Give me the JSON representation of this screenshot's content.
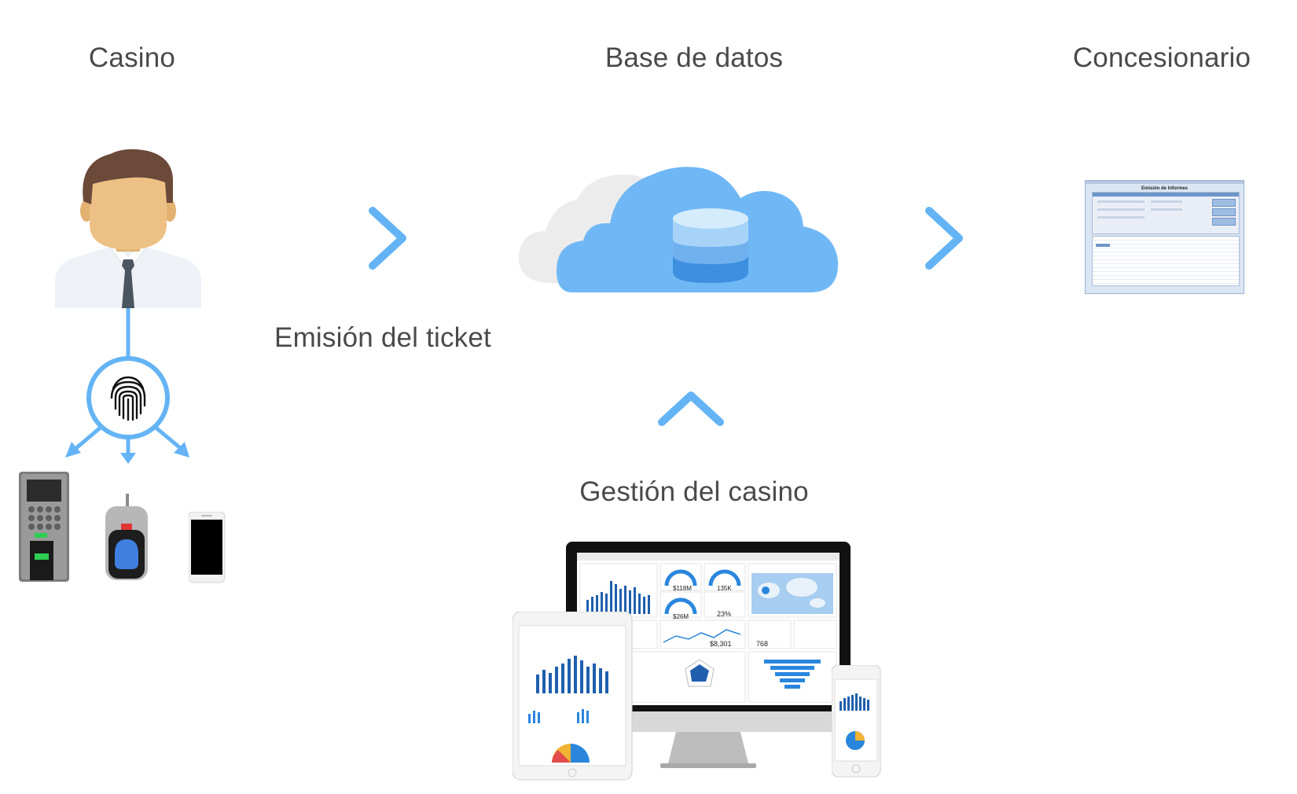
{
  "labels": {
    "casino": "Casino",
    "database": "Base de datos",
    "dealer": "Concesionario",
    "ticket": "Emisión del ticket",
    "management": "Gestión del casino"
  },
  "report_window": {
    "title": "Emisión de Informes"
  },
  "dashboard": {
    "kpi_1": "$118M",
    "kpi_2": "135K",
    "kpi_3": "$26M",
    "kpi_4": "23%",
    "kpi_5": "$8,301",
    "kpi_6": "768"
  },
  "colors": {
    "arrow": "#64b4f5",
    "cloud": "#70b8f5",
    "cloud_back": "#ececec",
    "text": "#4a4a4a"
  }
}
